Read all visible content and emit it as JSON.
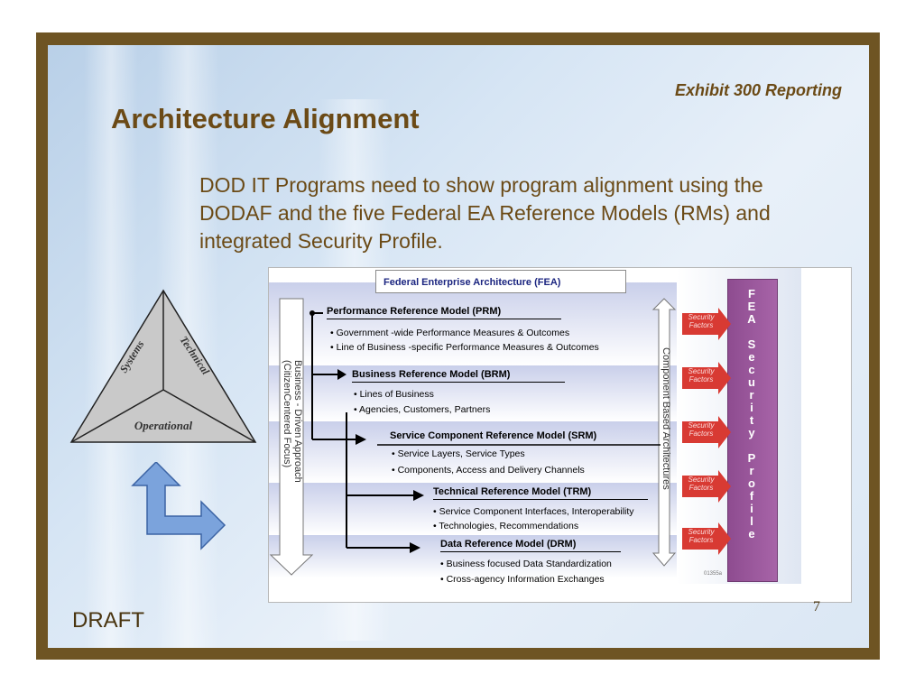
{
  "header": {
    "exhibit_label": "Exhibit 300 Reporting",
    "title": "Architecture Alignment"
  },
  "body": {
    "text": "DOD IT Programs need to show program alignment using the DODAF and the five Federal EA Reference Models (RMs) and integrated Security Profile."
  },
  "triangle": {
    "labels": [
      "Systems",
      "Technical",
      "Operational"
    ]
  },
  "diagram": {
    "title": "Federal Enterprise Architecture (FEA)",
    "left_axis_label_1": "Business - Driven Approach",
    "left_axis_label_2": "(CitizenCentered Focus)",
    "right_axis_label": "Component   Based Architectures",
    "models": [
      {
        "title": "Performance Reference Model (PRM)",
        "bullets": [
          "• Government -wide Performance Measures & Outcomes",
          "• Line of Business -specific Performance Measures & Outcomes"
        ]
      },
      {
        "title": "Business Reference Model (BRM)",
        "bullets": [
          "•  Lines of Business",
          "•  Agencies, Customers, Partners"
        ]
      },
      {
        "title": "Service Component Reference Model (SRM)",
        "bullets": [
          "• Service Layers, Service Types",
          "• Components, Access and Delivery Channels"
        ]
      },
      {
        "title": "Technical Reference Model (TRM)",
        "bullets": [
          "• Service Component Interfaces, Interoperability",
          "• Technologies, Recommendations"
        ]
      },
      {
        "title": "Data Reference Model (DRM)",
        "bullets": [
          "• Business  focused Data Standardization",
          "• Cross-agency Information Exchanges"
        ]
      }
    ],
    "security_factor_label": "Security Factors",
    "security_profile_letters": "F\nE\nA\n\nS\ne\nc\nu\nr\ni\nt\ny\n\nP\nr\no\nf\ni\nl\ne",
    "code": "01355a"
  },
  "footer": {
    "draft": "DRAFT",
    "page_number": "7"
  },
  "colors": {
    "frame": "#6e5423",
    "title": "#6b4a16",
    "security_bar": "#9b599d",
    "security_arrow": "#d83a33"
  }
}
